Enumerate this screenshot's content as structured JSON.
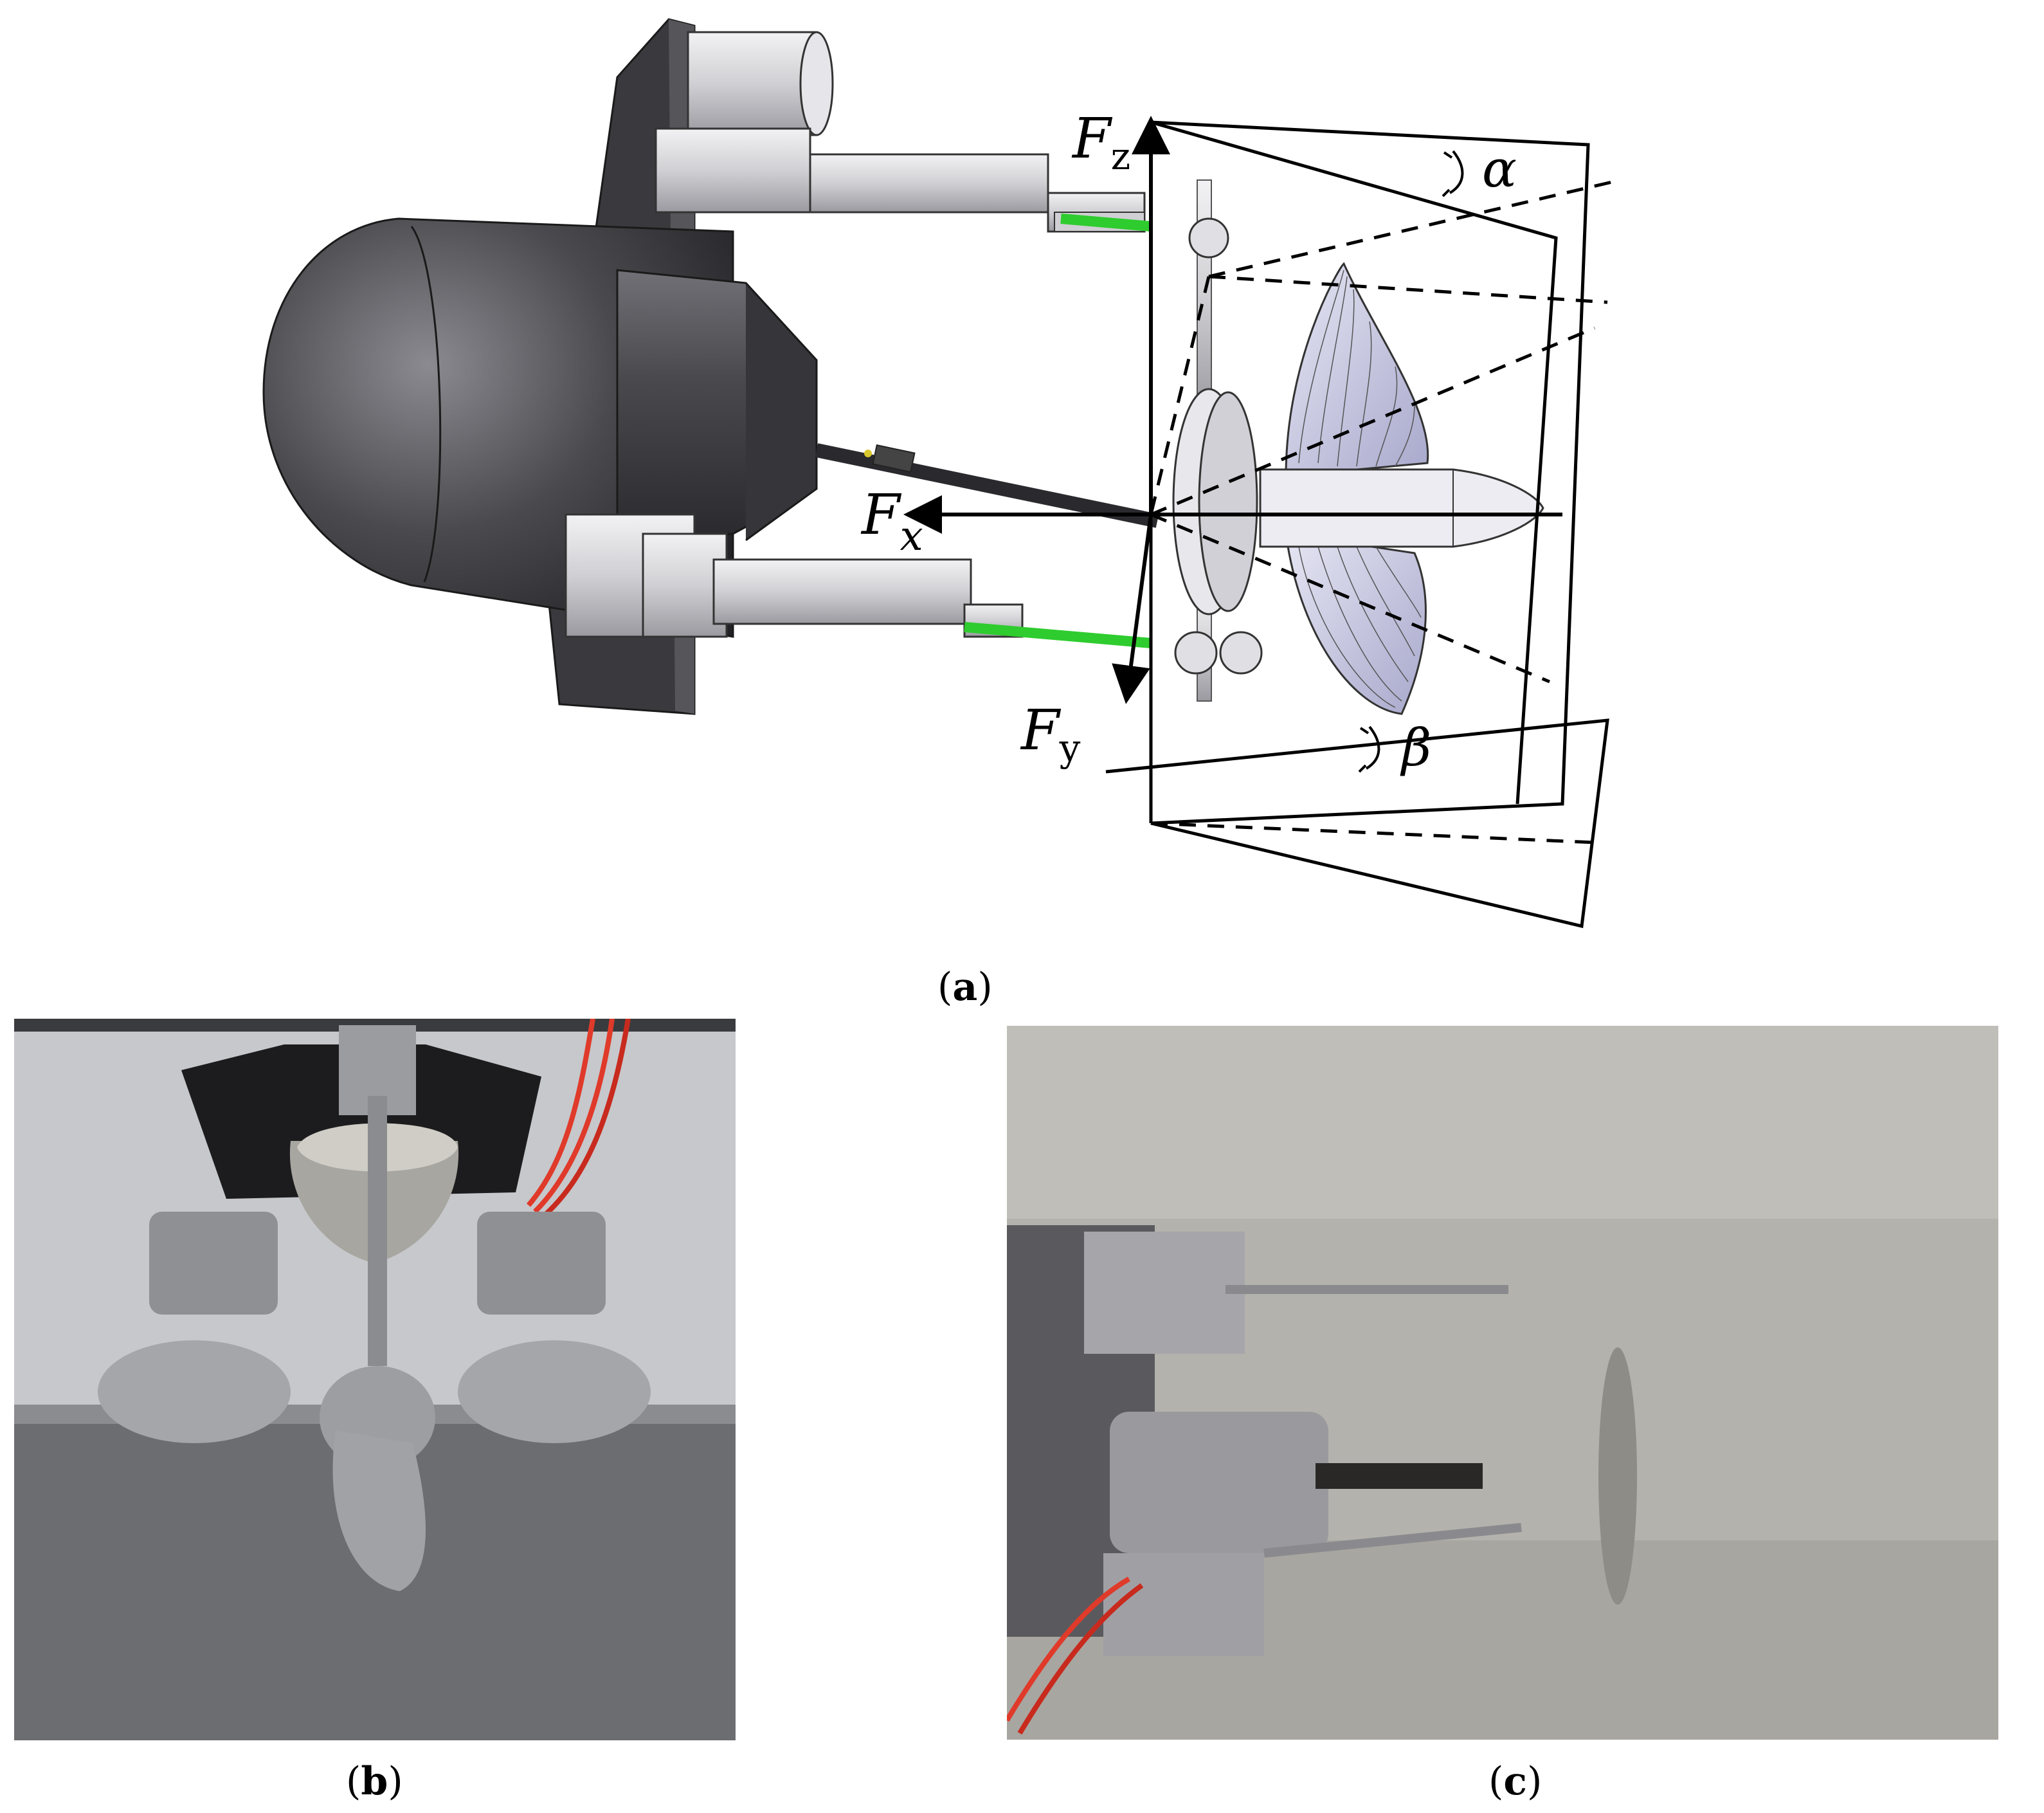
{
  "figure": {
    "panel_a": {
      "caption_open": "(",
      "caption_letter": "a",
      "caption_close": ")",
      "forces": {
        "fz_main": "F",
        "fz_sub": "z",
        "fx_main": "F",
        "fx_sub": "x",
        "fy_main": "F",
        "fy_sub": "y"
      },
      "angles": {
        "alpha": "α",
        "beta": "β"
      },
      "colors": {
        "housing": "#4a4a4e",
        "rods": "#d9d9dd",
        "links": "#2ecc2e",
        "propeller": "#c9c9e6"
      }
    },
    "panel_b": {
      "caption_open": "(",
      "caption_letter": "b",
      "caption_close": ")"
    },
    "panel_c": {
      "caption_open": "(",
      "caption_letter": "c",
      "caption_close": ")"
    }
  }
}
